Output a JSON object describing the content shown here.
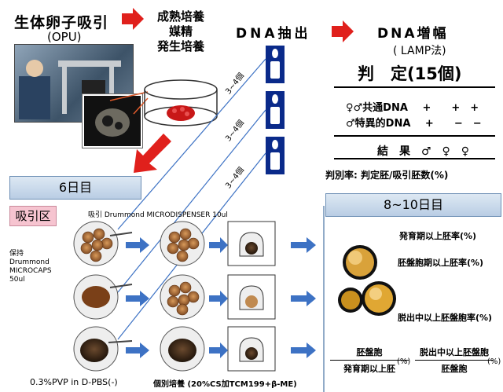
{
  "header": {
    "opu_title": "生体卵子吸引",
    "opu_sub": "(OPU)",
    "culture_lines": [
      "成熟培養",
      "媒精",
      "発生培養"
    ],
    "dna_extract": "DNA抽出",
    "dna_amp": "DNA増幅",
    "lamp": "( LAMP法)"
  },
  "judgement": {
    "title": "判　定(15個)",
    "rows": [
      {
        "label": "♀♂共通DNA",
        "marks": "+　　+　+"
      },
      {
        "label": "♂特異的DNA",
        "marks": "+　　−　−"
      }
    ],
    "result": "結　果　♂　♀　♀",
    "rate": "判別率: 判定胚/吸引胚数(%)"
  },
  "sampling": {
    "counts": [
      "3~4個",
      "3~4個",
      "3~4個"
    ],
    "day6": "6日目",
    "aspiration_zone": "吸引区",
    "dispenser": "吸引 Drummond MICRODISPENSER 10ul",
    "microcaps": "保持 Drummond MICROCAPS 50ul",
    "pvp": "0.3%PVP in  D-PBS(-)",
    "culture_cond": "個別培養 (20%CS加TCM199+β-ME)"
  },
  "outcomes": {
    "day_range": "8~10日目",
    "expanded": "発育期以上胚率(%)",
    "blastocyst": "胚盤胞期以上胚率(%)",
    "hatching": "脱出中以上胚盤胞率(%)",
    "f1_num": "胚盤胞",
    "f1_den": "発育期以上胚",
    "f1_pct": "(%)",
    "f2_num": "脱出中以上胚盤胞",
    "f2_den": "胚盤胞",
    "f2_pct": "(%)"
  },
  "colors": {
    "red_arrow": "#e0201c",
    "blue_arrow": "#3d72c4",
    "band": "#c9d9ec"
  }
}
